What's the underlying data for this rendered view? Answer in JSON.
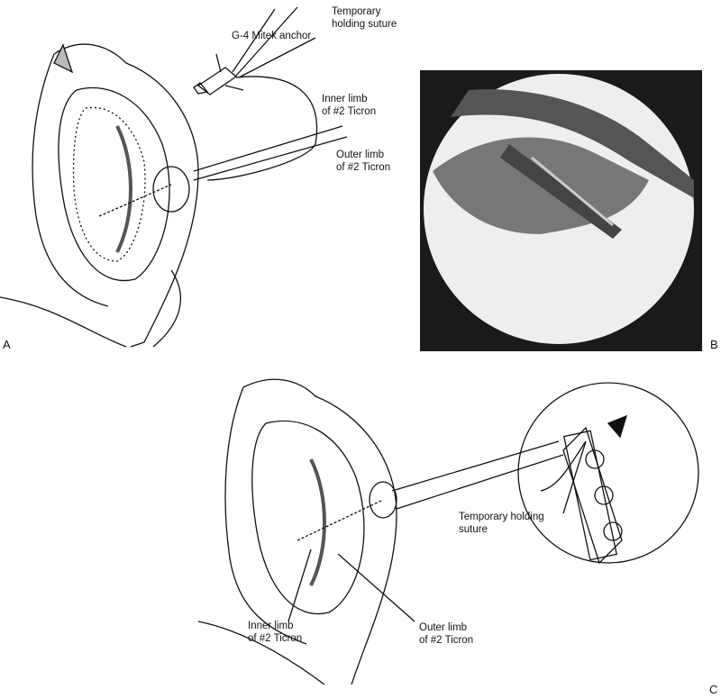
{
  "panel_a": {
    "letter": "A",
    "labels": {
      "anchor": "G-4 Mitek anchor",
      "temporary": "Temporary\nholding suture",
      "inner": "Inner limb\nof #2 Ticron",
      "outer": "Outer limb\nof #2 Ticron"
    }
  },
  "panel_b": {
    "letter": "B"
  },
  "panel_c": {
    "letter": "C",
    "labels": {
      "temporary": "Temporary holding\nsuture",
      "inner": "Inner limb\nof #2 Ticron",
      "outer": "Outer limb\nof #2 Ticron"
    }
  }
}
